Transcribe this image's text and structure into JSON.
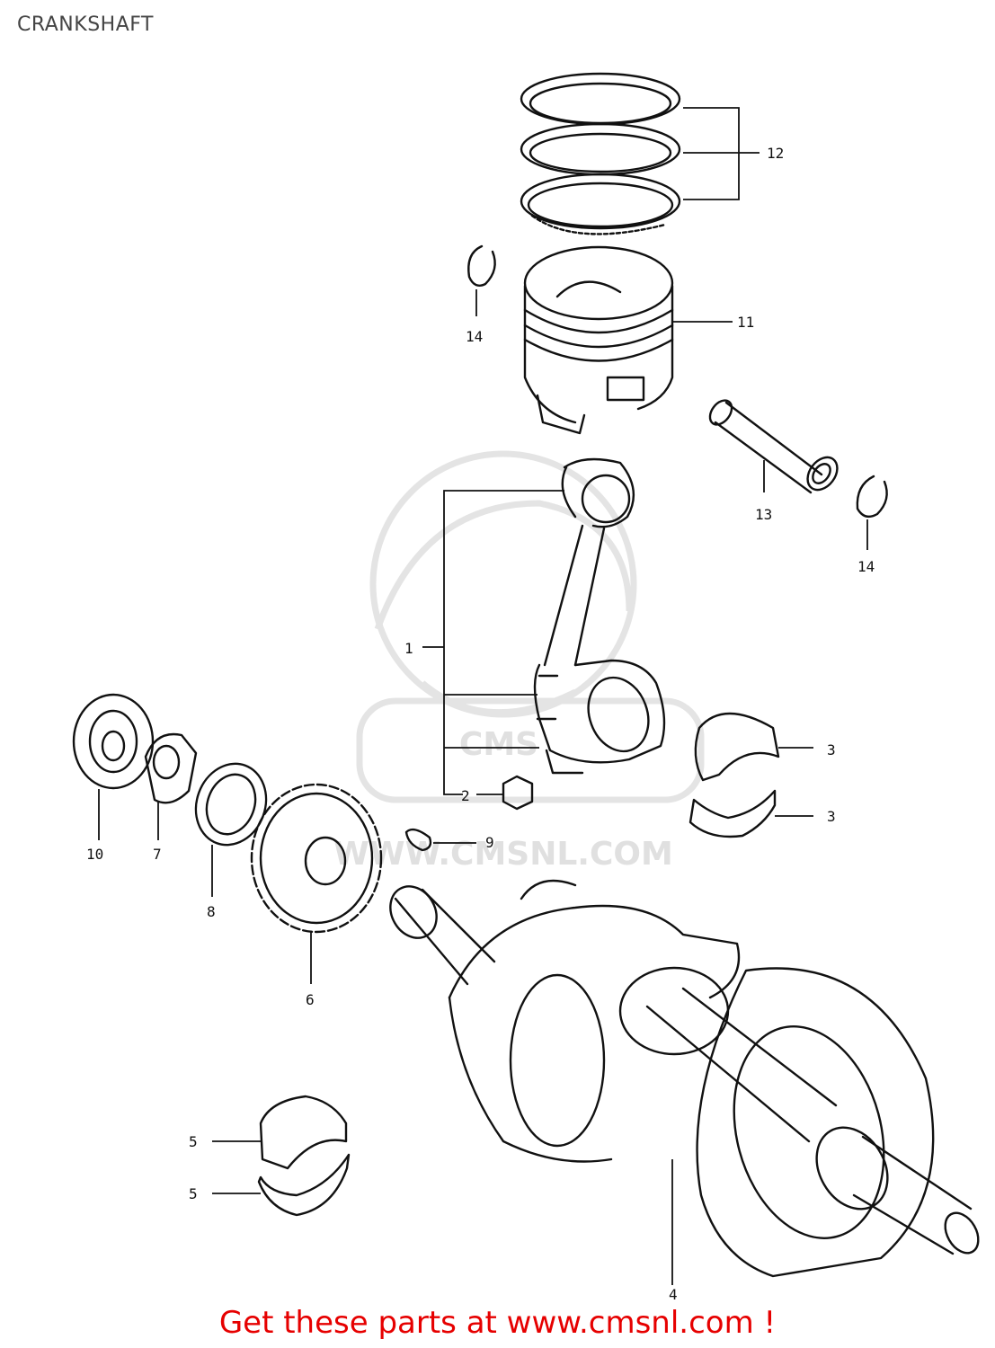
{
  "page": {
    "title": "CRANKSHAFT"
  },
  "watermark": {
    "text": "WWW.CMSNL.COM",
    "logo": "CMS"
  },
  "callouts": [
    {
      "id": "c1",
      "label": "1"
    },
    {
      "id": "c2",
      "label": "2"
    },
    {
      "id": "c3a",
      "label": "3"
    },
    {
      "id": "c3b",
      "label": "3"
    },
    {
      "id": "c4",
      "label": "4"
    },
    {
      "id": "c5a",
      "label": "5"
    },
    {
      "id": "c5b",
      "label": "5"
    },
    {
      "id": "c6",
      "label": "6"
    },
    {
      "id": "c7",
      "label": "7"
    },
    {
      "id": "c8",
      "label": "8"
    },
    {
      "id": "c9",
      "label": "9"
    },
    {
      "id": "c10",
      "label": "10"
    },
    {
      "id": "c11",
      "label": "11"
    },
    {
      "id": "c12",
      "label": "12"
    },
    {
      "id": "c13",
      "label": "13"
    },
    {
      "id": "c14a",
      "label": "14"
    },
    {
      "id": "c14b",
      "label": "14"
    }
  ],
  "cta": {
    "text": "Get these parts at www.cmsnl.com !"
  }
}
